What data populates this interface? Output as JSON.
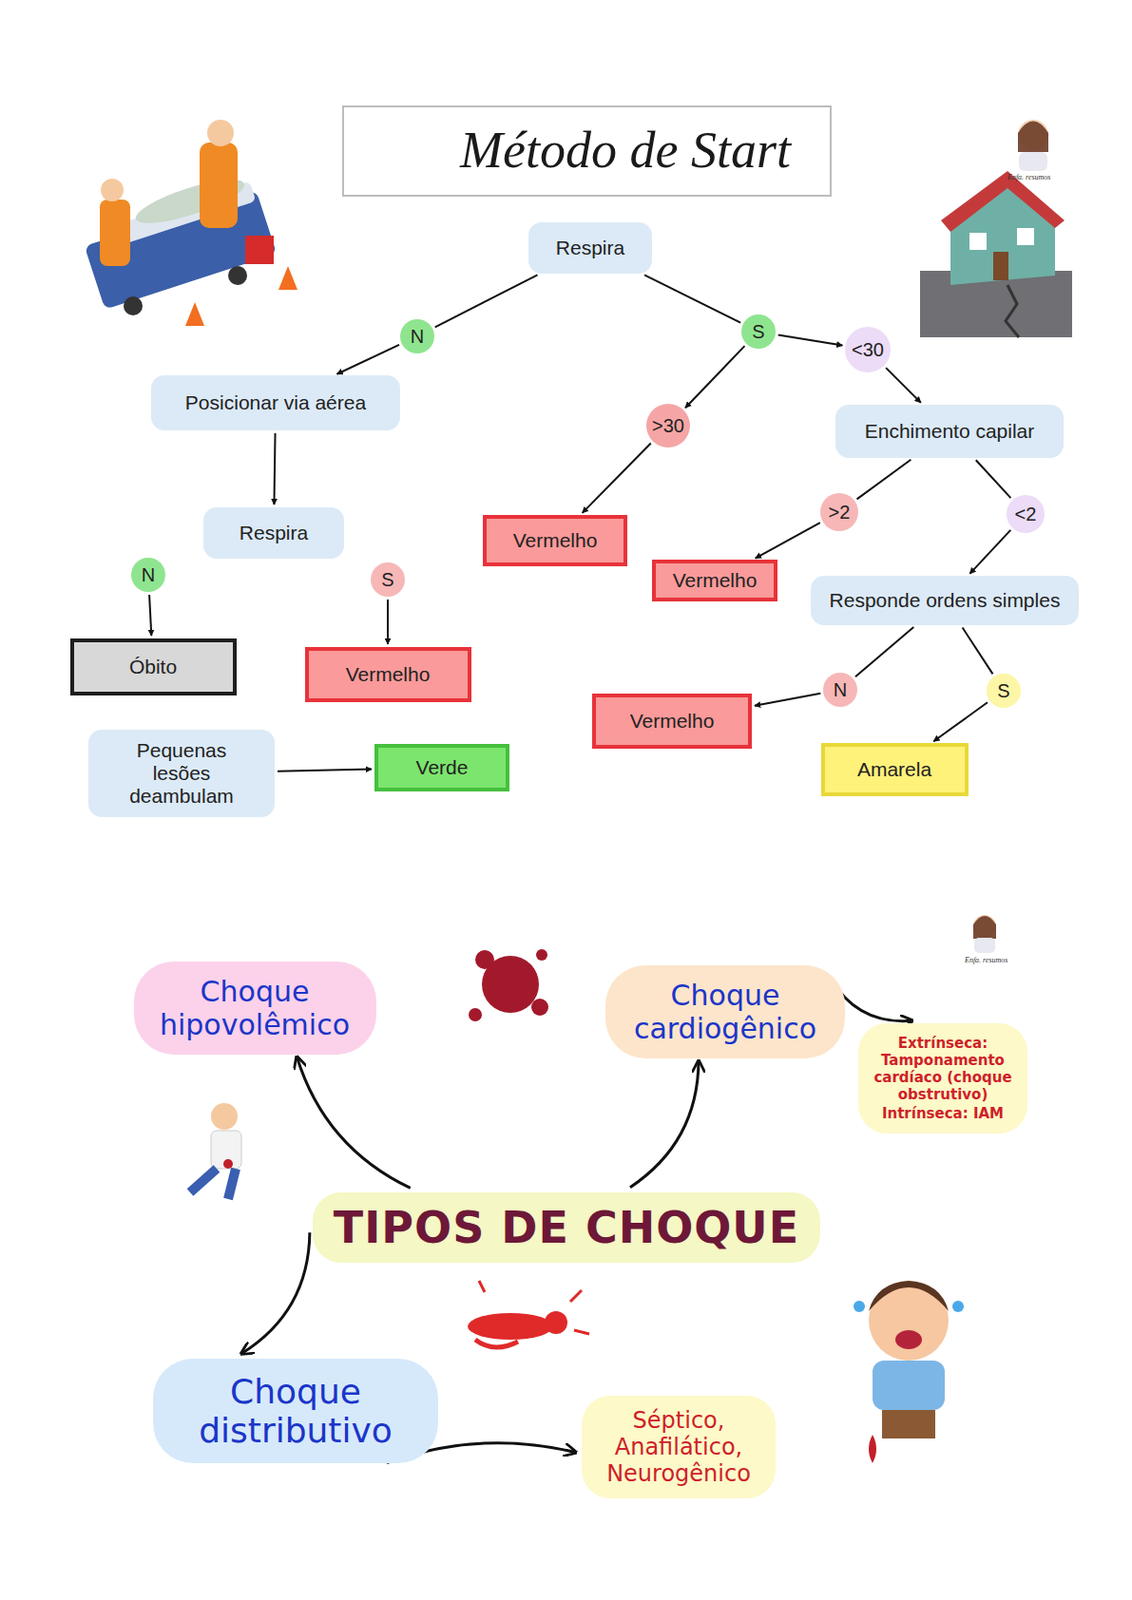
{
  "diagram": {
    "title": "Método de Start",
    "nodes": [
      {
        "text": [
          "Respira"
        ]
      },
      {
        "text": [
          "N"
        ]
      },
      {
        "text": [
          "S"
        ]
      },
      {
        "text": [
          "<30"
        ]
      },
      {
        "text": [
          "Posicionar via aérea"
        ]
      },
      {
        "text": [
          ">30"
        ]
      },
      {
        "text": [
          "Enchimento capilar"
        ]
      },
      {
        "text": [
          "Respira"
        ]
      },
      {
        "text": [
          ">2"
        ]
      },
      {
        "text": [
          "<2"
        ]
      },
      {
        "text": [
          "Vermelho"
        ]
      },
      {
        "text": [
          "N"
        ]
      },
      {
        "text": [
          "S"
        ]
      },
      {
        "text": [
          "Vermelho"
        ]
      },
      {
        "text": [
          "Responde ordens simples"
        ]
      },
      {
        "text": [
          "Óbito"
        ]
      },
      {
        "text": [
          "Vermelho"
        ]
      },
      {
        "text": [
          "N"
        ]
      },
      {
        "text": [
          "S"
        ]
      },
      {
        "text": [
          "Vermelho"
        ]
      },
      {
        "text": [
          "Pequenas lesões deambulam"
        ]
      },
      {
        "text": [
          "Verde"
        ]
      },
      {
        "text": [
          "Amarela"
        ]
      },
      {
        "text": [
          "Choque hipovolêmico"
        ]
      },
      {
        "text": [
          "Choque cardiogênico"
        ]
      },
      {
        "text": [
          "Extrínseca: Tamponamento cardíaco (choque obstrutivo)",
          "Intrínseca: IAM"
        ]
      },
      {
        "text": [
          "TIPOS DE CHOQUE"
        ]
      },
      {
        "text": [
          "Choque distributivo"
        ]
      },
      {
        "text": [
          "Séptico, Anafilático, Neurogênico"
        ]
      }
    ],
    "edges": [
      {
        "from": 0,
        "to": 1,
        "arrow": "none"
      },
      {
        "from": 0,
        "to": 2,
        "arrow": "none"
      },
      {
        "from": 2,
        "to": 3,
        "arrow": "to"
      },
      {
        "from": 1,
        "to": 4,
        "arrow": "to"
      },
      {
        "from": 2,
        "to": 5,
        "arrow": "to"
      },
      {
        "from": 3,
        "to": 6,
        "arrow": "to"
      },
      {
        "from": 4,
        "to": 7,
        "arrow": "to"
      },
      {
        "from": 6,
        "to": 8,
        "arrow": "none"
      },
      {
        "from": 6,
        "to": 9,
        "arrow": "none"
      },
      {
        "from": 5,
        "to": 10,
        "arrow": "to"
      },
      {
        "from": 11,
        "to": 15,
        "arrow": "to"
      },
      {
        "from": 12,
        "to": 16,
        "arrow": "to"
      },
      {
        "from": 8,
        "to": 13,
        "arrow": "to"
      },
      {
        "from": 9,
        "to": 14,
        "arrow": "to"
      },
      {
        "from": 14,
        "to": 17,
        "arrow": "none"
      },
      {
        "from": 14,
        "to": 18,
        "arrow": "none"
      },
      {
        "from": 17,
        "to": 19,
        "arrow": "to"
      },
      {
        "from": 18,
        "to": 22,
        "arrow": "to"
      },
      {
        "from": 20,
        "to": 21,
        "arrow": "to"
      },
      {
        "from": 26,
        "to": 23,
        "arrow": "to"
      },
      {
        "from": 26,
        "to": 24,
        "arrow": "to"
      },
      {
        "from": 24,
        "to": 25,
        "arrow": "to"
      },
      {
        "from": 26,
        "to": 27,
        "arrow": "to"
      },
      {
        "from": 27,
        "to": 28,
        "arrow": "to"
      }
    ],
    "labels": [
      "Enfa. resumos",
      "Enfa. resumos"
    ]
  }
}
